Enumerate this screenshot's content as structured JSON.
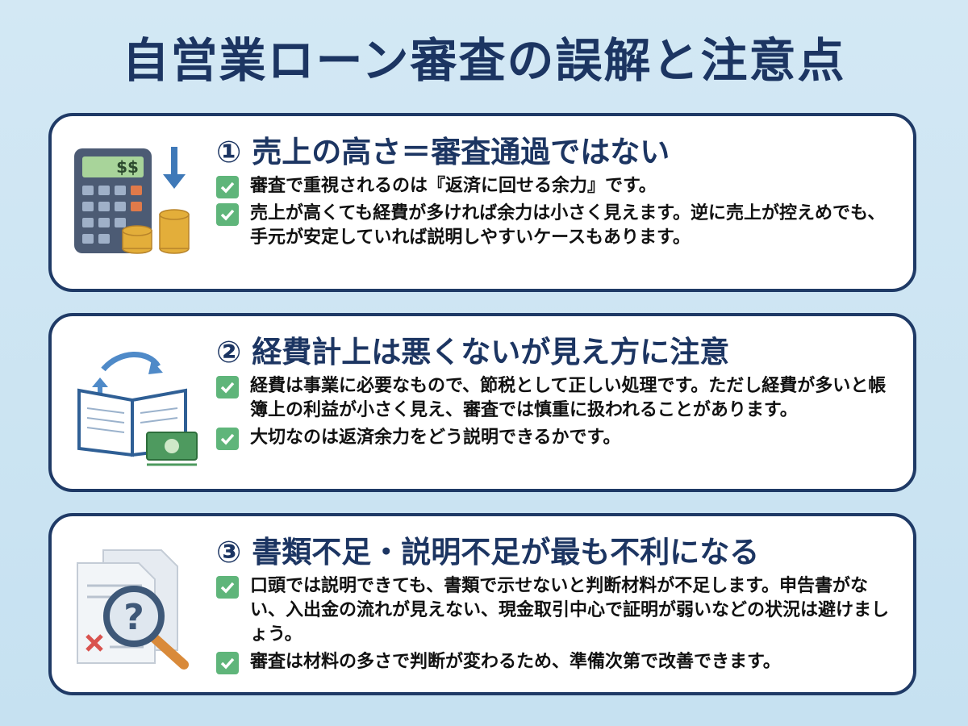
{
  "title": "自営業ローン審査の誤解と注意点",
  "cards": [
    {
      "title": "① 売上の高さ＝審査通過ではない",
      "icon": "calculator-coins-icon",
      "bullets": [
        "審査で重視されるのは『返済に回せる余力』です。",
        "売上が高くても経費が多ければ余力は小さく見えます。逆に売上が控えめでも、手元が安定していれば説明しやすいケースもあります。"
      ]
    },
    {
      "title": "② 経費計上は悪くないが見え方に注意",
      "icon": "ledger-money-icon",
      "bullets": [
        "経費は事業に必要なもので、節税として正しい処理です。ただし経費が多いと帳簿上の利益が小さく見え、審査では慎重に扱われることがあります。",
        "大切なのは返済余力をどう説明できるかです。"
      ]
    },
    {
      "title": "③ 書類不足・説明不足が最も不利になる",
      "icon": "document-magnifier-icon",
      "bullets": [
        "口頭では説明できても、書類で示せないと判断材料が不足します。申告書がない、入出金の流れが見えない、現金取引中心で証明が弱いなどの状況は避けましょう。",
        "審査は材料の多さで判断が変わるため、準備次第で改善できます。"
      ]
    }
  ],
  "calculator_display": "$$",
  "colors": {
    "navy": "#1c3562",
    "check_green": "#5fb57a",
    "background": "#cde5f3"
  }
}
